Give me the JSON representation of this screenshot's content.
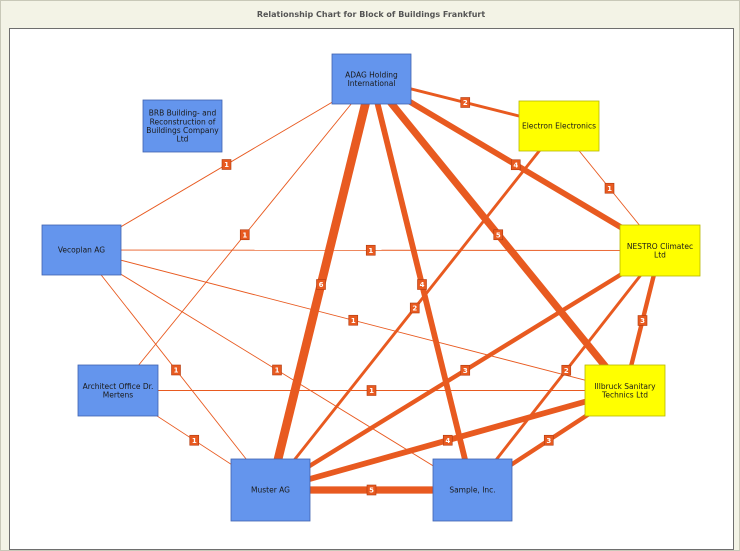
{
  "title": "Relationship Chart for Block of Buildings Frankfurt",
  "colors": {
    "blue_node": "#6495ed",
    "yellow_node": "#ffff00",
    "edge": "#e85a20",
    "badge": "#e85a20"
  },
  "nodes": [
    {
      "id": "adag",
      "label": "ADAG Holding International",
      "lines": [
        "ADAG Holding",
        "International"
      ],
      "color": "blue"
    },
    {
      "id": "brb",
      "label": "BRB Building- and Reconstruction of Buildings Company Ltd",
      "lines": [
        "BRB Building- and",
        "Reconstruction of",
        "Buildings Company",
        "Ltd"
      ],
      "color": "blue"
    },
    {
      "id": "electron",
      "label": "Electron Electronics",
      "lines": [
        "Electron Electronics"
      ],
      "color": "yellow"
    },
    {
      "id": "vecoplan",
      "label": "Vecoplan AG",
      "lines": [
        "Vecoplan AG"
      ],
      "color": "blue"
    },
    {
      "id": "nestro",
      "label": "NESTRO Climatec Ltd",
      "lines": [
        "NESTRO Climatec",
        "Ltd"
      ],
      "color": "yellow"
    },
    {
      "id": "architect",
      "label": "Architect Office Dr. Mertens",
      "lines": [
        "Architect Office Dr.",
        "Mertens"
      ],
      "color": "blue"
    },
    {
      "id": "illbruck",
      "label": "Illbruck Sanitary Technics Ltd",
      "lines": [
        "Illbruck Sanitary",
        "Technics Ltd"
      ],
      "color": "yellow"
    },
    {
      "id": "muster",
      "label": "Muster AG",
      "lines": [
        "Muster AG"
      ],
      "color": "blue"
    },
    {
      "id": "sample",
      "label": "Sample, Inc.",
      "lines": [
        "Sample, Inc."
      ],
      "color": "blue"
    }
  ],
  "edges": [
    {
      "from": "adag",
      "to": "electron",
      "weight": 2
    },
    {
      "from": "adag",
      "to": "nestro",
      "weight": 4
    },
    {
      "from": "adag",
      "to": "illbruck",
      "weight": 5
    },
    {
      "from": "adag",
      "to": "sample",
      "weight": 4
    },
    {
      "from": "adag",
      "to": "muster",
      "weight": 6
    },
    {
      "from": "adag",
      "to": "vecoplan",
      "weight": 1
    },
    {
      "from": "adag",
      "to": "architect",
      "weight": 1
    },
    {
      "from": "electron",
      "to": "nestro",
      "weight": 1
    },
    {
      "from": "electron",
      "to": "muster",
      "weight": 2
    },
    {
      "from": "vecoplan",
      "to": "nestro",
      "weight": 1
    },
    {
      "from": "vecoplan",
      "to": "illbruck",
      "weight": 1
    },
    {
      "from": "vecoplan",
      "to": "sample",
      "weight": 1
    },
    {
      "from": "vecoplan",
      "to": "muster",
      "weight": 1
    },
    {
      "from": "architect",
      "to": "illbruck",
      "weight": 1
    },
    {
      "from": "architect",
      "to": "muster",
      "weight": 1
    },
    {
      "from": "nestro",
      "to": "illbruck",
      "weight": 3
    },
    {
      "from": "nestro",
      "to": "muster",
      "weight": 3
    },
    {
      "from": "nestro",
      "to": "sample",
      "weight": 2
    },
    {
      "from": "illbruck",
      "to": "muster",
      "weight": 4
    },
    {
      "from": "illbruck",
      "to": "sample",
      "weight": 3
    },
    {
      "from": "muster",
      "to": "sample",
      "weight": 5
    }
  ]
}
